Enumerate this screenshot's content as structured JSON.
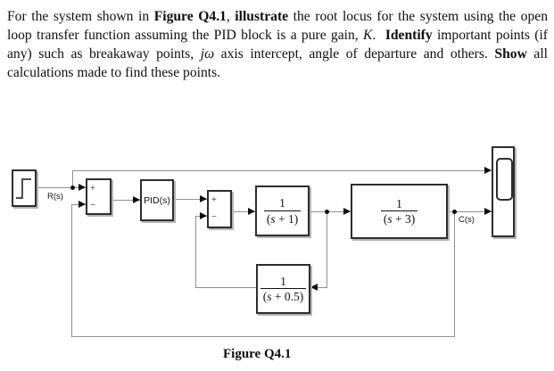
{
  "question": {
    "segments": [
      {
        "t": "For the system shown in ",
        "s": "n"
      },
      {
        "t": "Figure Q4.1",
        "s": "b"
      },
      {
        "t": ", ",
        "s": "n"
      },
      {
        "t": "illustrate",
        "s": "b"
      },
      {
        "t": " the root locus for the system using the open loop transfer function assuming the PID block is a pure gain, ",
        "s": "n"
      },
      {
        "t": "K",
        "s": "i"
      },
      {
        "t": ".  ",
        "s": "n"
      },
      {
        "t": "Identify",
        "s": "b"
      },
      {
        "t": " important points (if any) such as breakaway points, ",
        "s": "n"
      },
      {
        "t": "jω",
        "s": "i"
      },
      {
        "t": " axis intercept, angle of departure and others. ",
        "s": "n"
      },
      {
        "t": "Show",
        "s": "b"
      },
      {
        "t": " all calculations made to find these points.",
        "s": "n"
      }
    ]
  },
  "figure": {
    "caption": "Figure Q4.1",
    "input_label": "R(s)",
    "output_label": "C(s)",
    "pid_label": "PID(s)",
    "sum1": {
      "plus": "+",
      "minus": "−"
    },
    "sum2": {
      "plus": "+",
      "minus": "−"
    },
    "tf_s1": {
      "num": "1",
      "den": "(s + 1)"
    },
    "tf_s3": {
      "num": "1",
      "den": "(s + 3)"
    },
    "tf_s05": {
      "num": "1",
      "den": "(s + 0.5)"
    }
  },
  "colors": {
    "wire": "#8f8f8f",
    "block_border": "#2d2d2d",
    "block_shadow": "#b5b5b5",
    "arrow": "#0d0d0d",
    "text": "#0f0f0f"
  }
}
